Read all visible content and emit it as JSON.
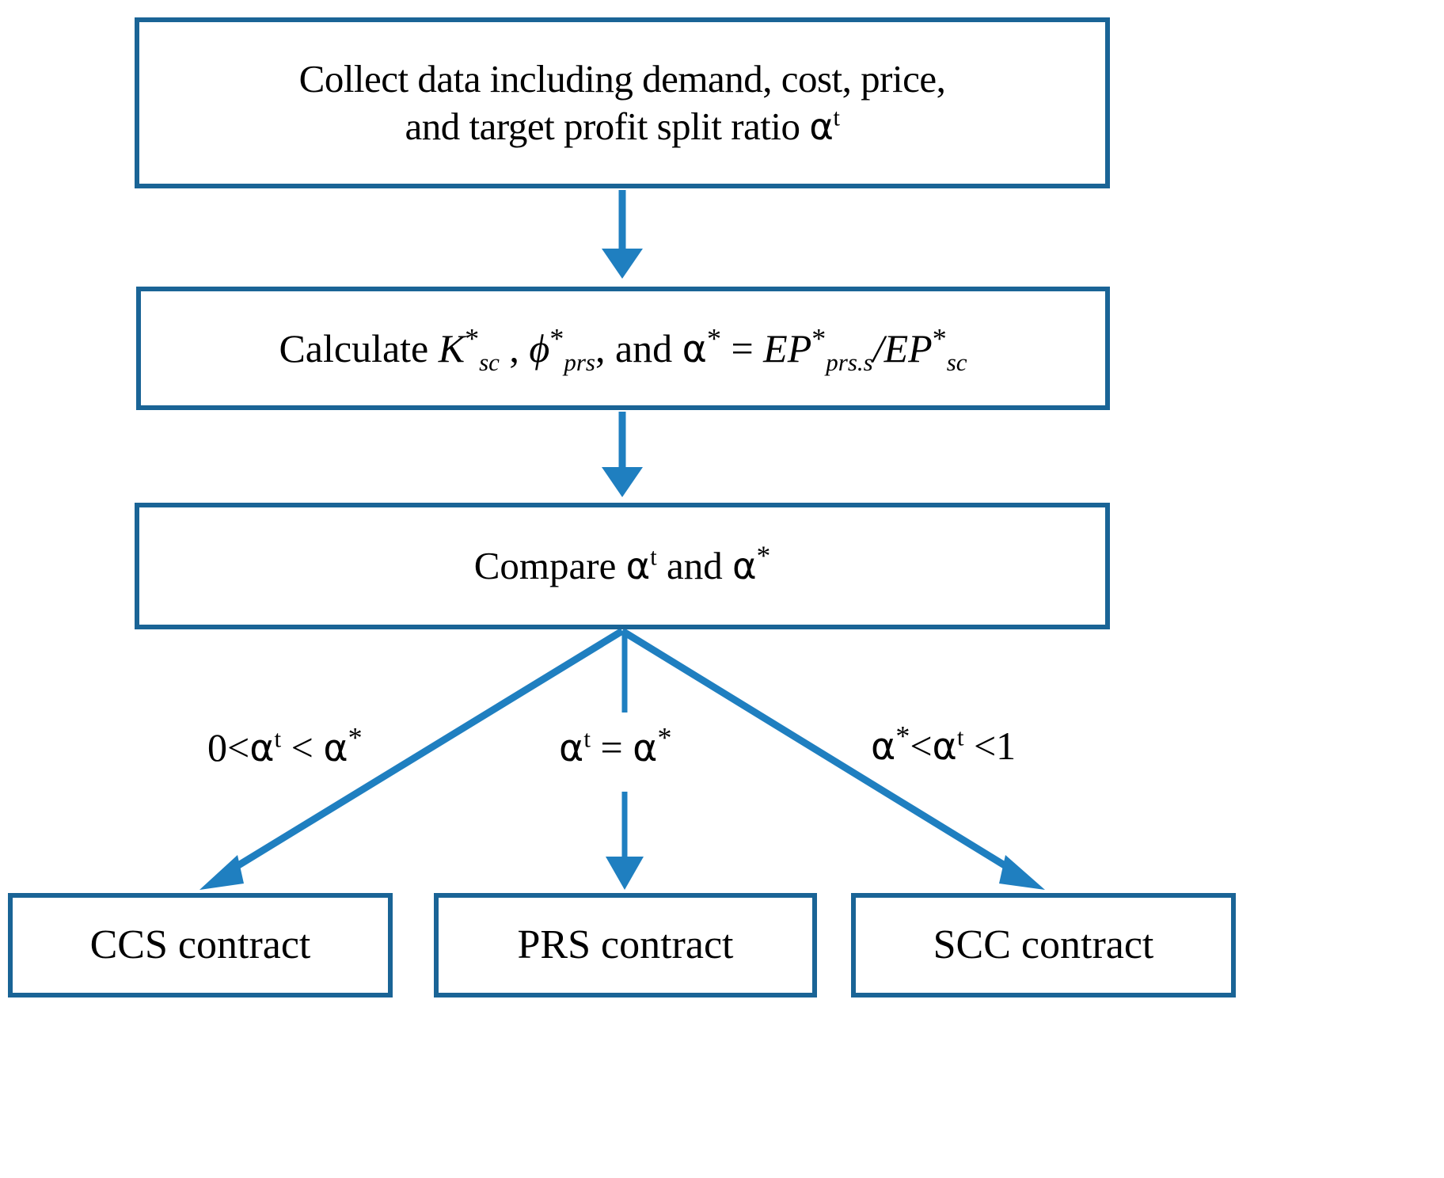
{
  "diagram": {
    "type": "flowchart",
    "title_visible": false,
    "colors": {
      "box_border": "#1a6496",
      "arrow": "#1f7fc0",
      "text": "#000000",
      "background": "#ffffff"
    },
    "nodes": {
      "collect": {
        "id": "collect-data",
        "line1": "Collect data including demand, cost, price,",
        "line2_prefix": "and target profit split ratio ",
        "line2_symbol": "α",
        "line2_superscript": "t",
        "plain_text": "Collect data including demand, cost, price, and target profit split ratio αt"
      },
      "calculate": {
        "id": "calculate-optima",
        "prefix": "Calculate ",
        "term1_base": "K",
        "term1_sup": "*",
        "term1_sub": "sc",
        "separator1": " , ",
        "term2_base": "ϕ",
        "term2_sup": "*",
        "term2_sub": "prs",
        "separator2": ", and ",
        "term3_base": "α",
        "term3_sup": "*",
        "equals": " = ",
        "term4_base": "EP",
        "term4_sup": "*",
        "term4_sub": "prs.s",
        "slash": "/",
        "term5_base": "EP",
        "term5_sup": "*",
        "term5_sub": "sc",
        "plain_text": "Calculate K*sc , ϕ*prs, and α* = EP*prs.s/EP*sc"
      },
      "compare": {
        "id": "compare-ratios",
        "prefix": "Compare ",
        "term1_base": "α",
        "term1_sup": "t",
        "middle": " and ",
        "term2_base": "α",
        "term2_sup": "*",
        "plain_text": "Compare αt and α*"
      },
      "ccs": {
        "id": "ccs-contract",
        "label": "CCS contract"
      },
      "prs": {
        "id": "prs-contract",
        "label": "PRS contract"
      },
      "scc": {
        "id": "scc-contract",
        "label": "SCC  contract"
      }
    },
    "edges": [
      {
        "id": "collect-to-calculate",
        "from": "collect",
        "to": "calculate",
        "label": "",
        "style": "straight-arrow-down"
      },
      {
        "id": "calculate-to-compare",
        "from": "calculate",
        "to": "compare",
        "label": "",
        "style": "straight-arrow-down"
      },
      {
        "id": "compare-to-ccs",
        "from": "compare",
        "to": "ccs",
        "label_plain": "0<αt < α*",
        "style": "diagonal-arrow-left"
      },
      {
        "id": "compare-to-prs",
        "from": "compare",
        "to": "prs",
        "label_plain": "αt = α*",
        "style": "straight-arrow-down"
      },
      {
        "id": "compare-to-scc",
        "from": "compare",
        "to": "scc",
        "label_plain": "α*<αt <1",
        "style": "diagonal-arrow-right"
      }
    ],
    "edge_labels": {
      "left": {
        "pre": "0<",
        "sym1": "α",
        "sup1": "t",
        "mid": " < ",
        "sym2": "α",
        "sup2": "*"
      },
      "mid": {
        "pre": "",
        "sym1": "α",
        "sup1": "t",
        "mid": " = ",
        "sym2": "α",
        "sup2": "*"
      },
      "right": {
        "pre": "",
        "sym1": "α",
        "sup1": "*",
        "mid": "<",
        "sym2": "α",
        "sup2": "t",
        "post": " <1"
      }
    }
  }
}
